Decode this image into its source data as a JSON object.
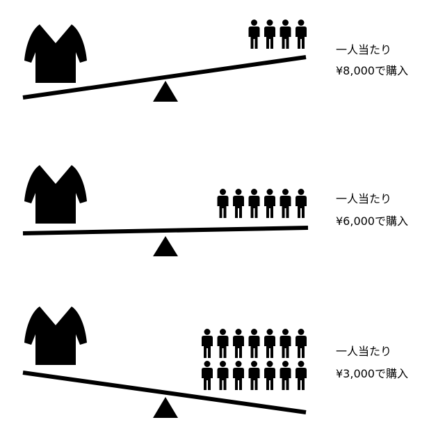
{
  "panels": [
    {
      "line1": "一人当たり",
      "line2": "¥8,000で購入",
      "people_count": 4,
      "people_rows": 1
    },
    {
      "line1": "一人当たり",
      "line2": "¥6,000で購入",
      "people_count": 6,
      "people_rows": 1
    },
    {
      "line1": "一人当たり",
      "line2": "¥3,000で購入",
      "people_count": 14,
      "people_rows": 2
    }
  ],
  "colors": {
    "ink": "#000000",
    "background": "#ffffff"
  }
}
